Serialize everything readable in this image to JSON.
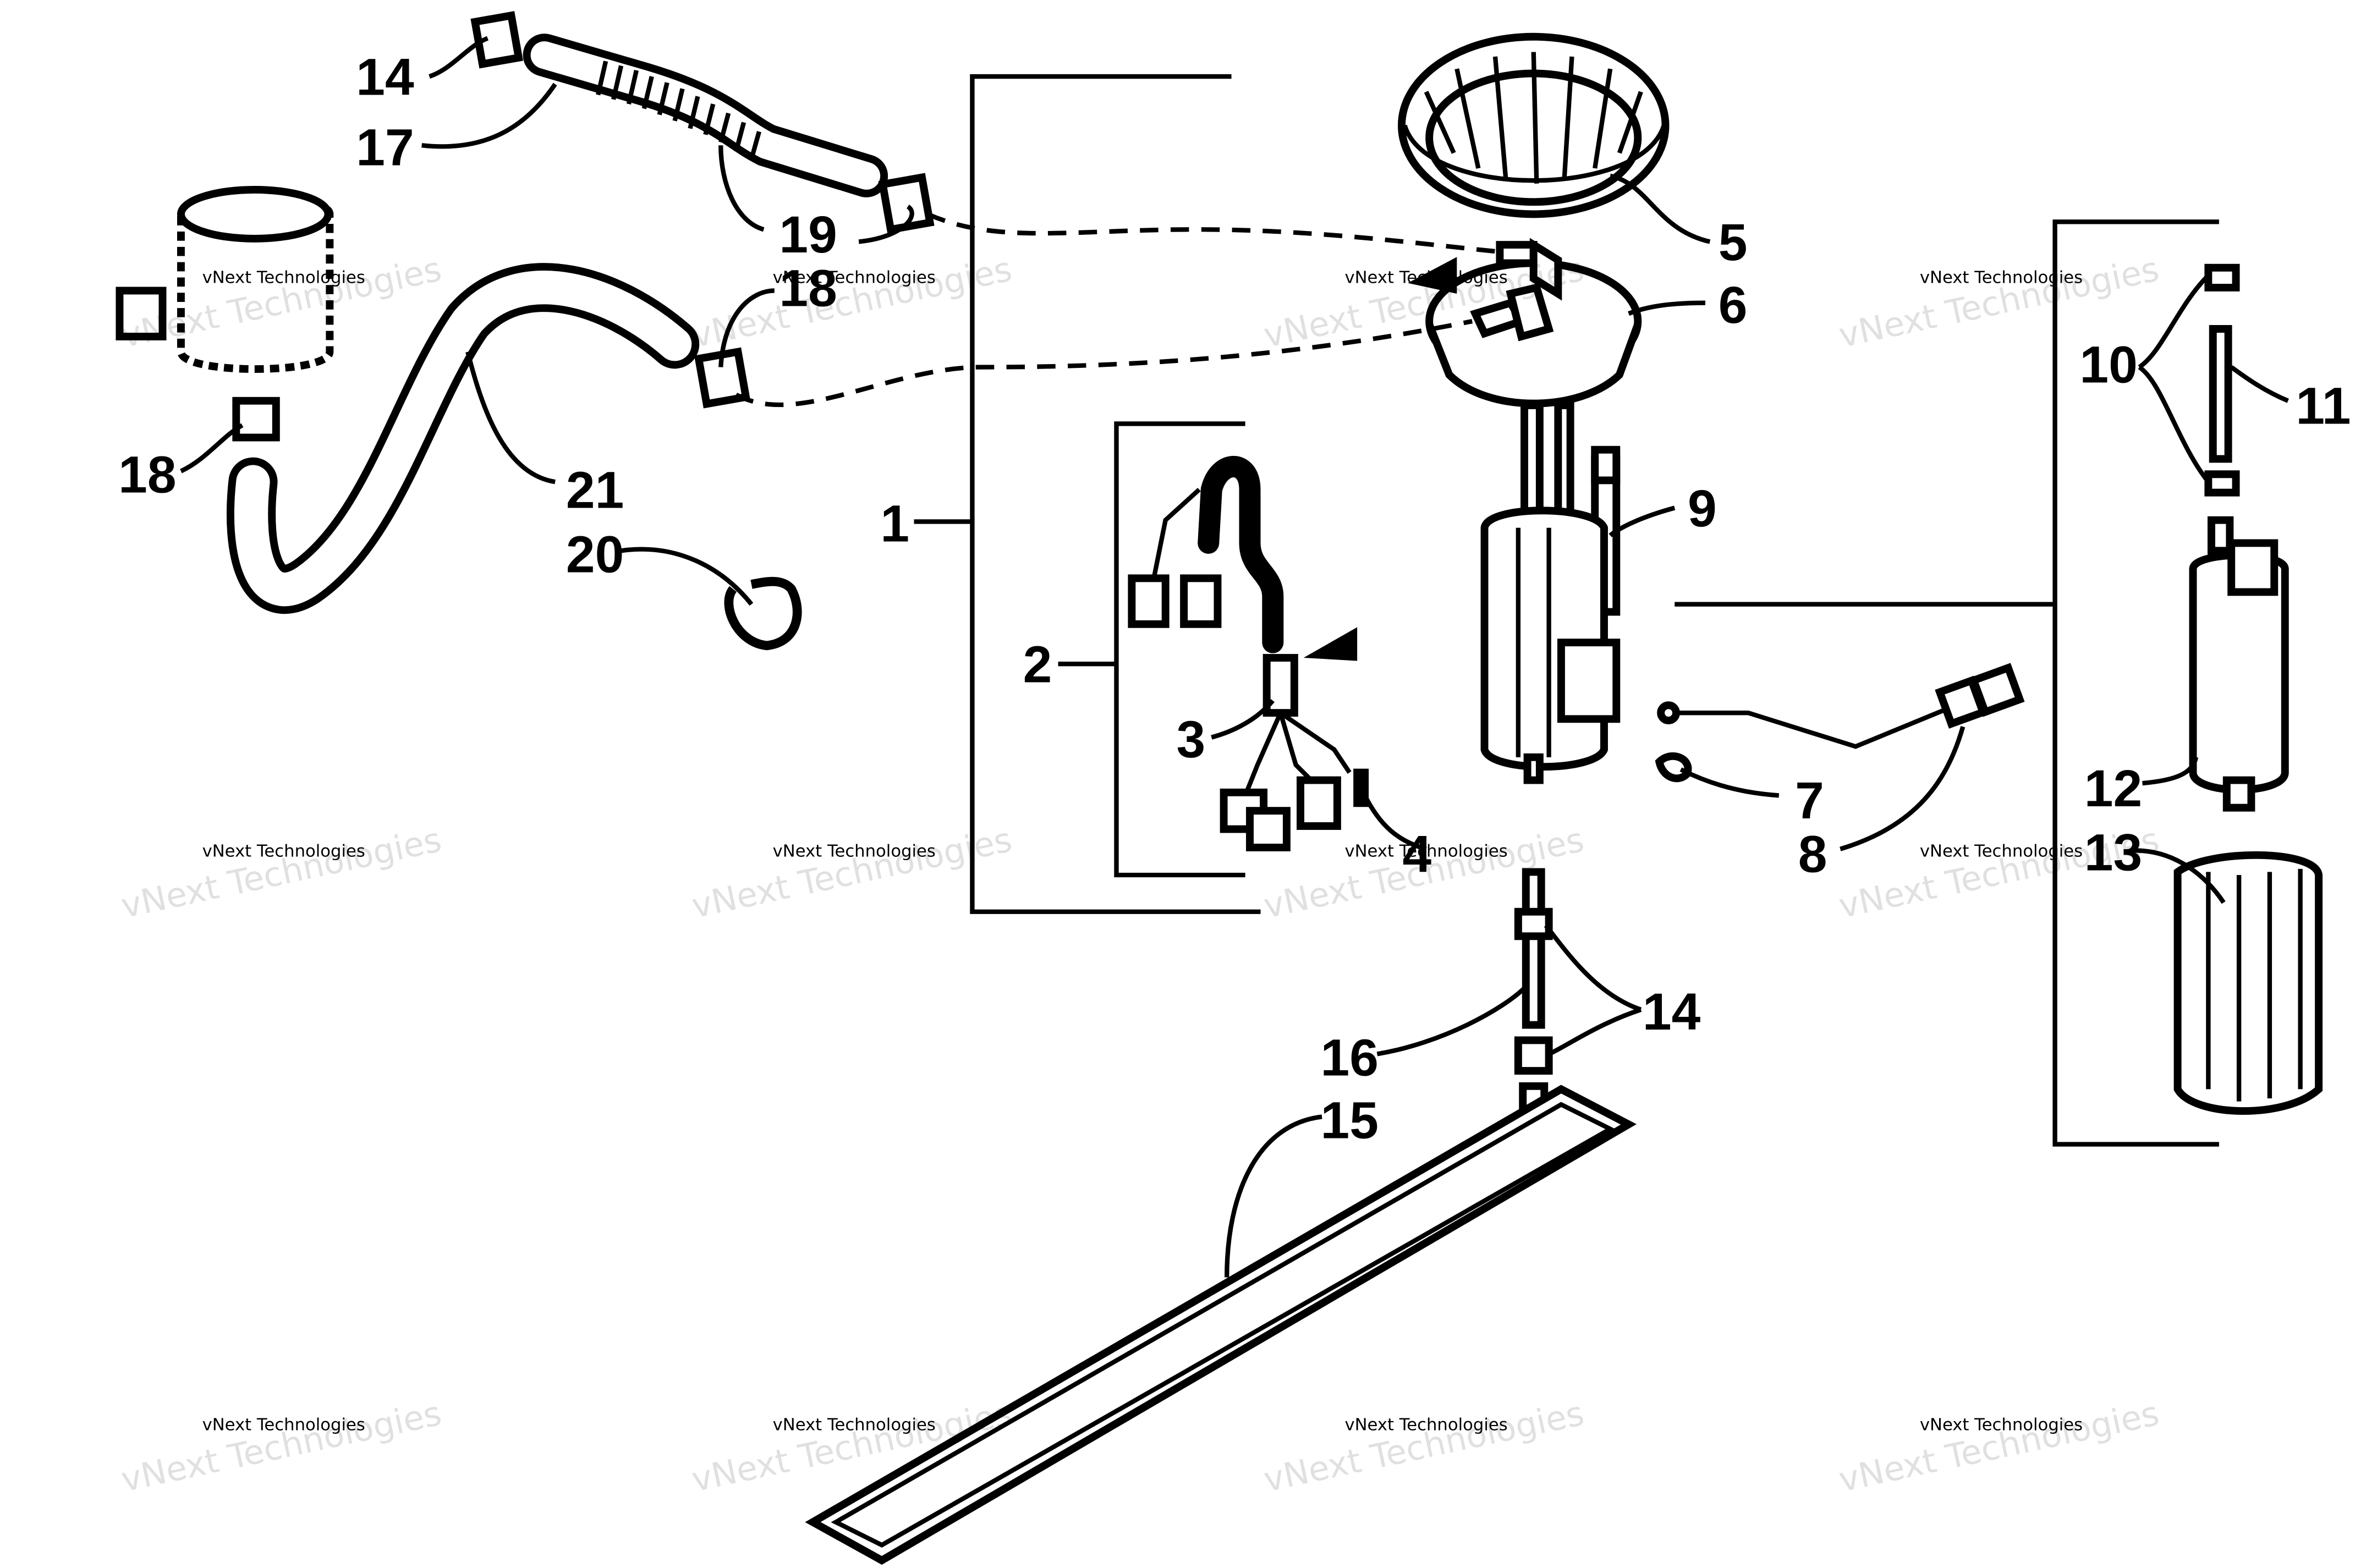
{
  "callouts": {
    "c1": "1",
    "c2": "2",
    "c3": "3",
    "c4": "4",
    "c5": "5",
    "c6": "6",
    "c7": "7",
    "c8": "8",
    "c9": "9",
    "c10": "10",
    "c11": "11",
    "c12": "12",
    "c13": "13",
    "c14a": "14",
    "c14b": "14",
    "c15": "15",
    "c16": "16",
    "c17": "17",
    "c18a": "18",
    "c18b": "18",
    "c19": "19",
    "c20": "20",
    "c21": "21"
  },
  "watermark": {
    "small": "vNext Technologies",
    "big": "vNext Technologies"
  }
}
